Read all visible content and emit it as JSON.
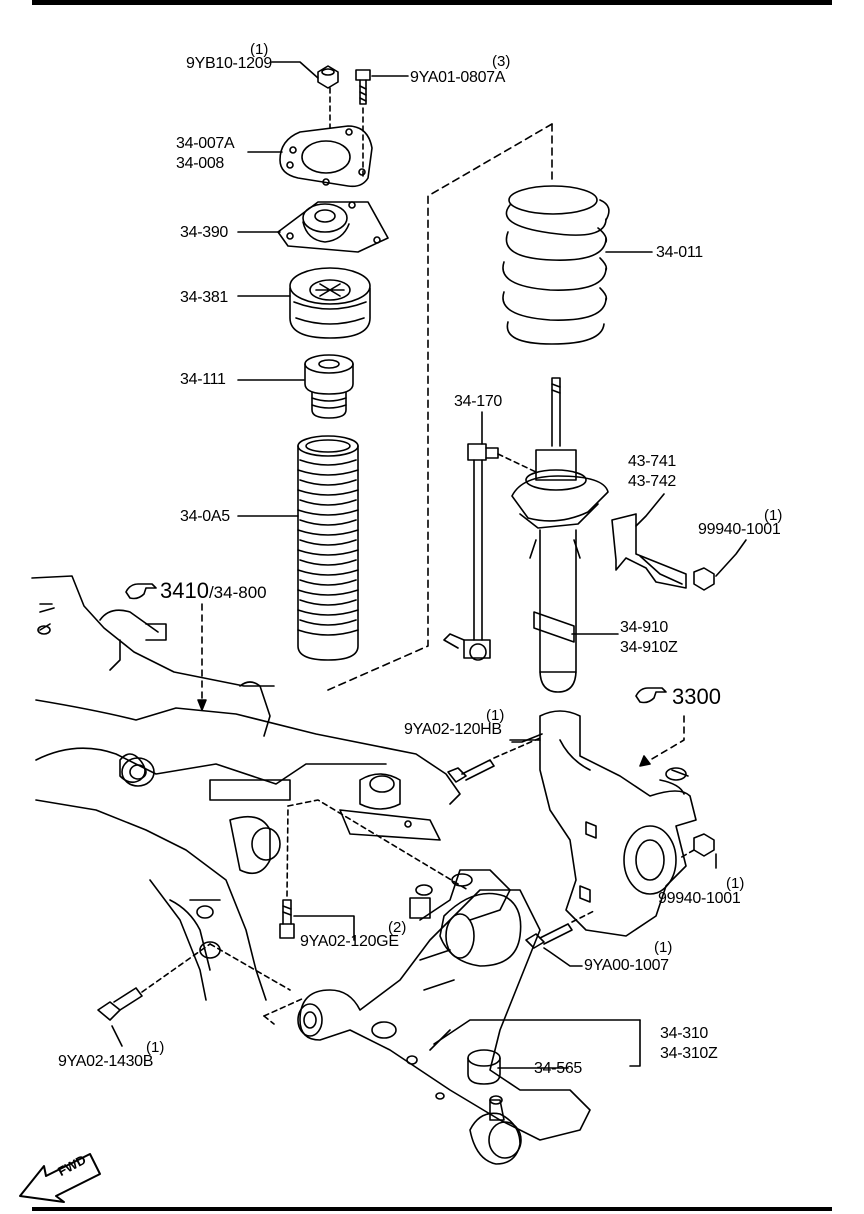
{
  "parts": [
    {
      "id": "nut-top",
      "code": "9YB10-1209",
      "qty": "(1)"
    },
    {
      "id": "bolt-top",
      "code": "9YA01-0807A",
      "qty": "(3)"
    },
    {
      "id": "mount-plate",
      "code": "34-007A",
      "code2": "34-008"
    },
    {
      "id": "mount-insulator",
      "code": "34-390"
    },
    {
      "id": "upper-seat",
      "code": "34-381"
    },
    {
      "id": "bound-stopper",
      "code": "34-111"
    },
    {
      "id": "dust-boot",
      "code": "34-0A5"
    },
    {
      "id": "coil-spring",
      "code": "34-011"
    },
    {
      "id": "stabilizer-link",
      "code": "34-170"
    },
    {
      "id": "bracket",
      "code": "43-741",
      "code2": "43-742"
    },
    {
      "id": "bracket-nut",
      "code": "99940-1001",
      "qty": "(1)"
    },
    {
      "id": "shock-absorber",
      "code": "34-910",
      "code2": "34-910Z"
    },
    {
      "id": "knuckle-bolt",
      "code": "9YA02-120HB",
      "qty": "(1)"
    },
    {
      "id": "knuckle-nut",
      "code": "99940-1001",
      "qty": "(1)"
    },
    {
      "id": "arm-bolt-mid",
      "code": "9YA02-120GE",
      "qty": "(2)"
    },
    {
      "id": "arm-bolt-right",
      "code": "9YA00-1007",
      "qty": "(1)"
    },
    {
      "id": "arm-bolt-left",
      "code": "9YA02-1430B",
      "qty": "(1)"
    },
    {
      "id": "lower-arm",
      "code": "34-310",
      "code2": "34-310Z"
    },
    {
      "id": "bushing",
      "code": "34-565"
    }
  ],
  "refs": {
    "crossmember": {
      "main": "3410",
      "sub": "/34-800"
    },
    "knuckle": {
      "main": "3300"
    }
  },
  "fwd_label": "FWD"
}
